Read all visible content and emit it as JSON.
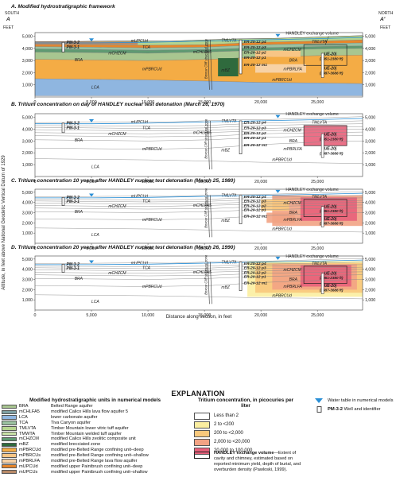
{
  "panels": [
    {
      "letter": "A.",
      "title": "Modified hydrostratigraphic framework"
    },
    {
      "letter": "B.",
      "title": "Tritium concentration on day of HANDLEY nuclear test detonation (March 26, 1970)"
    },
    {
      "letter": "C.",
      "title": "Tritium concentration 10 years after HANDLEY nuclear test detonation (March 25, 1980)"
    },
    {
      "letter": "D.",
      "title": "Tritium concentration 20 years after HANDLEY nuclear test detonation (March 26, 1990)"
    }
  ],
  "section_ends": {
    "left_dir": "SOUTH",
    "left_letter": "A",
    "right_dir": "NORTH",
    "right_letter": "A′"
  },
  "axes": {
    "feet_label": "FEET",
    "y_ticks": [
      "5,000",
      "4,000",
      "3,000",
      "2,000",
      "1,000"
    ],
    "x_ticks": [
      "0",
      "5,000",
      "10,000",
      "15,000",
      "20,000",
      "25,000"
    ],
    "x_label": "Distance along section, in feet",
    "y_label": "Altitude, in feet above National Geodetic Vertical Datum of 1929"
  },
  "labels": {
    "exchange_volume": "HANDLEY exchange volume",
    "fault": "Boxcar Cliff structural zone",
    "wells": [
      "PM-3-2",
      "PM-3-1"
    ],
    "er_wells": [
      "ER-20-12 p4",
      "ER-20-12 p3",
      "ER-20-12 p2",
      "ER-20-12 p1",
      "ER-20-12 m1"
    ],
    "ue": [
      "UE-20j",
      "(2951-2380 ft)",
      "UE-20j",
      "(2487-3686 ft)"
    ],
    "units": [
      "mUPCUs",
      "mUPCUd",
      "TCA",
      "TMLVTA",
      "TMWTA",
      "mCHZCM",
      "mCHLFA5",
      "mBRCUs",
      "BRA",
      "mPBRCUd",
      "mPBRLFA",
      "mBZ",
      "LCA"
    ]
  },
  "legend": {
    "title": "EXPLANATION",
    "units_title": "Modified hydrostratigraphic units in numerical models",
    "units": [
      {
        "code": "BRA",
        "desc": "Belted Range aquifer",
        "color": "#a8c690"
      },
      {
        "code": "mCHLFA5",
        "desc": "modified Calico Hills lava flow aquifer 5",
        "color": "#7ea0a3"
      },
      {
        "code": "LCA",
        "desc": "lower carbonate aquifer",
        "color": "#8fb6e0"
      },
      {
        "code": "TCA",
        "desc": "Tiva Canyon aquifer",
        "color": "#9bc1a0"
      },
      {
        "code": "TMLVTA",
        "desc": "Timber Mountain lower vitric tuff aquifer",
        "color": "#b5d48f"
      },
      {
        "code": "TMWTA",
        "desc": "Timber Mountain welded tuff aquifer",
        "color": "#c9e2a7"
      },
      {
        "code": "mCHZCM",
        "desc": "modified Calico Hills zeolitic composite unit",
        "color": "#5f9a72"
      },
      {
        "code": "mBZ",
        "desc": "modified brecciated zone",
        "color": "#2f6a3d"
      },
      {
        "code": "mPBRCUd",
        "desc": "modified pre-Belted Range confining unit–deep",
        "color": "#f4ac45"
      },
      {
        "code": "mPBRCUs",
        "desc": "modified pre-Belted Range confining unit–shallow",
        "color": "#f7c585"
      },
      {
        "code": "mPBRLFA",
        "desc": "modified pre-Belted Range lava flow aquifer",
        "color": "#f7d2a6"
      },
      {
        "code": "mUPCUd",
        "desc": "modified upper Paintbrush confining unit–deep",
        "color": "#e8862a"
      },
      {
        "code": "mUPCUs",
        "desc": "modified upper Paintbrush confining unit–shallow",
        "color": "#b98a68"
      }
    ],
    "tritium_title": "Tritium concentration, in picocuries per liter",
    "tritium": [
      {
        "label": "Less than 2",
        "color": "#ffffff"
      },
      {
        "label": "2 to <200",
        "color": "#fbeea0"
      },
      {
        "label": "200 to <2,000",
        "color": "#f8c87c"
      },
      {
        "label": "2,000 to <20,000",
        "color": "#f2a384"
      },
      {
        "label": "20,000 to 100,000",
        "color": "#e8607a"
      }
    ],
    "exchange_bold": "HANDLEY exchange volume",
    "exchange_desc": "—Extent of cavity and chimney, estimated based on reported minimum yield, depth of burial, and overburden density (Pawloski, 1999).",
    "water_table": "Water table in numerical models",
    "well_code": "PM-3-2",
    "well_text": "Well and identifier"
  },
  "colors": {
    "water": "#2a8fd6",
    "line": "#8a8a8a"
  }
}
